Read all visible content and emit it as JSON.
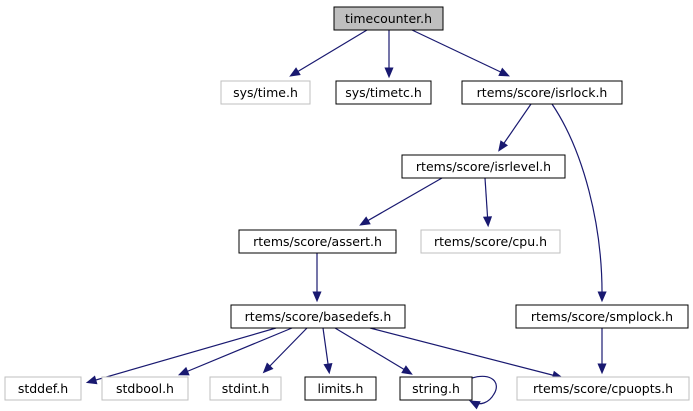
{
  "diagram": {
    "nodes": [
      {
        "id": "timecounter",
        "label": "timecounter.h",
        "kind": "root"
      },
      {
        "id": "sys_time",
        "label": "sys/time.h",
        "kind": "external"
      },
      {
        "id": "sys_timetc",
        "label": "sys/timetc.h",
        "kind": "document"
      },
      {
        "id": "isrlock",
        "label": "rtems/score/isrlock.h",
        "kind": "document"
      },
      {
        "id": "isrlevel",
        "label": "rtems/score/isrlevel.h",
        "kind": "document"
      },
      {
        "id": "assert",
        "label": "rtems/score/assert.h",
        "kind": "document"
      },
      {
        "id": "cpu",
        "label": "rtems/score/cpu.h",
        "kind": "external"
      },
      {
        "id": "basedefs",
        "label": "rtems/score/basedefs.h",
        "kind": "document"
      },
      {
        "id": "smplock",
        "label": "rtems/score/smplock.h",
        "kind": "document"
      },
      {
        "id": "stddef",
        "label": "stddef.h",
        "kind": "external"
      },
      {
        "id": "stdbool",
        "label": "stdbool.h",
        "kind": "external"
      },
      {
        "id": "stdint",
        "label": "stdint.h",
        "kind": "external"
      },
      {
        "id": "limits",
        "label": "limits.h",
        "kind": "document"
      },
      {
        "id": "string",
        "label": "string.h",
        "kind": "document"
      },
      {
        "id": "cpuopts",
        "label": "rtems/score/cpuopts.h",
        "kind": "external"
      }
    ],
    "edges": [
      {
        "from": "timecounter",
        "to": "sys_time"
      },
      {
        "from": "timecounter",
        "to": "sys_timetc"
      },
      {
        "from": "timecounter",
        "to": "isrlock"
      },
      {
        "from": "isrlock",
        "to": "isrlevel"
      },
      {
        "from": "isrlock",
        "to": "smplock"
      },
      {
        "from": "isrlevel",
        "to": "assert"
      },
      {
        "from": "isrlevel",
        "to": "cpu"
      },
      {
        "from": "assert",
        "to": "basedefs"
      },
      {
        "from": "basedefs",
        "to": "stddef"
      },
      {
        "from": "basedefs",
        "to": "stdbool"
      },
      {
        "from": "basedefs",
        "to": "stdint"
      },
      {
        "from": "basedefs",
        "to": "limits"
      },
      {
        "from": "basedefs",
        "to": "string"
      },
      {
        "from": "basedefs",
        "to": "cpuopts"
      },
      {
        "from": "string",
        "to": "string"
      },
      {
        "from": "smplock",
        "to": "cpuopts"
      }
    ],
    "colors": {
      "edge": "#191970",
      "root_fill": "#bfbfbf",
      "external_border": "#bfbfbf",
      "document_border": "#000000"
    }
  }
}
